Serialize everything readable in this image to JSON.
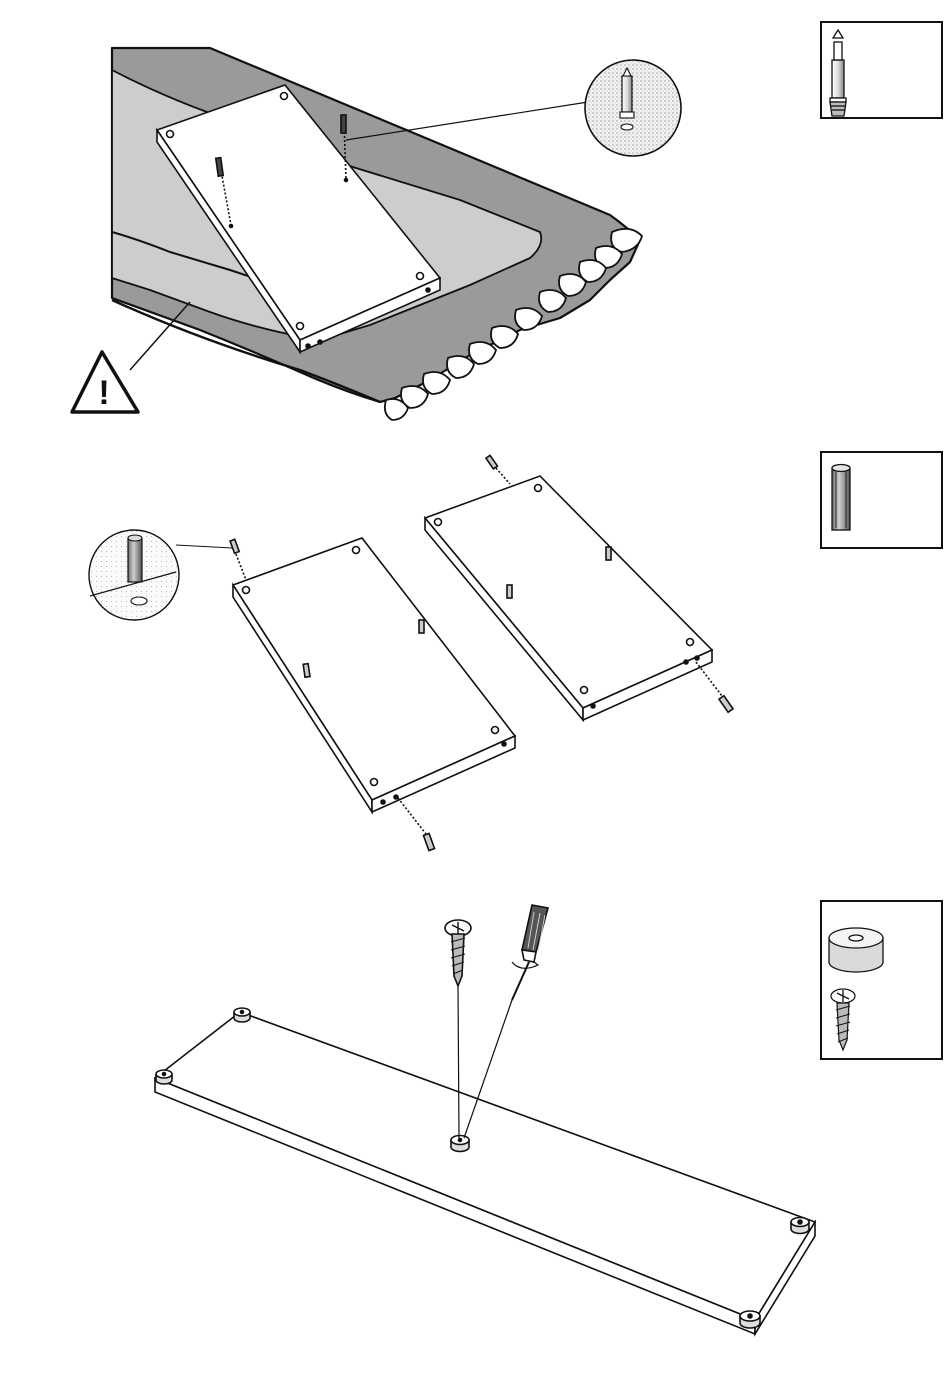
{
  "document": {
    "type": "assembly-instructions",
    "steps": [
      {
        "name": "step-cam-bolts",
        "hardware": "cam-bolt",
        "note_icon": "warning-icon"
      },
      {
        "name": "step-wood-dowels",
        "hardware": "wood-dowel"
      },
      {
        "name": "step-feet",
        "hardware": [
          "felt-foot-pad",
          "screw"
        ],
        "tool": "screwdriver"
      }
    ],
    "warning_symbol": "!"
  },
  "colors": {
    "line": "#111111",
    "blanket_dark": "#9a9a9a",
    "blanket_light": "#cdcdcd",
    "panel": "#ffffff",
    "stipple": "#dcdcdc"
  }
}
